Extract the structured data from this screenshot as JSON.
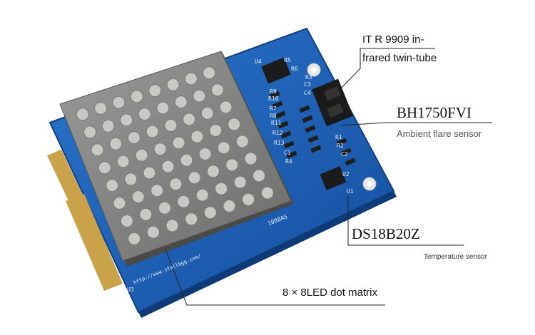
{
  "annotations": {
    "ir_sensor_line1": "IT R 9909 in-",
    "ir_sensor_line2": "frared twin-tube",
    "light_chip": "BH1750FVI",
    "light_desc": "Ambient flare sensor",
    "temp_chip": "DS18B20Z",
    "temp_desc": "Temperature sensor",
    "matrix": "8 × 8LED dot matrix"
  },
  "board": {
    "url": "http://www.stallbgg.com/",
    "designators": [
      "U3",
      "U4",
      "U1",
      "U2",
      "R5",
      "R10",
      "R11",
      "R12",
      "R13",
      "C1",
      "C2",
      "C3",
      "C4",
      "R1",
      "R2",
      "R3",
      "R4",
      "R6",
      "R7",
      "R8",
      "R9",
      "1088AS"
    ]
  },
  "colors": {
    "pcb": "#1d5fb8",
    "pcb_dark": "#123f86",
    "gold": "#c9a24a",
    "led_body": "#8a8a8a",
    "led_dot": "#c9c9c4"
  },
  "matrix_size": {
    "rows": 8,
    "cols": 8
  }
}
